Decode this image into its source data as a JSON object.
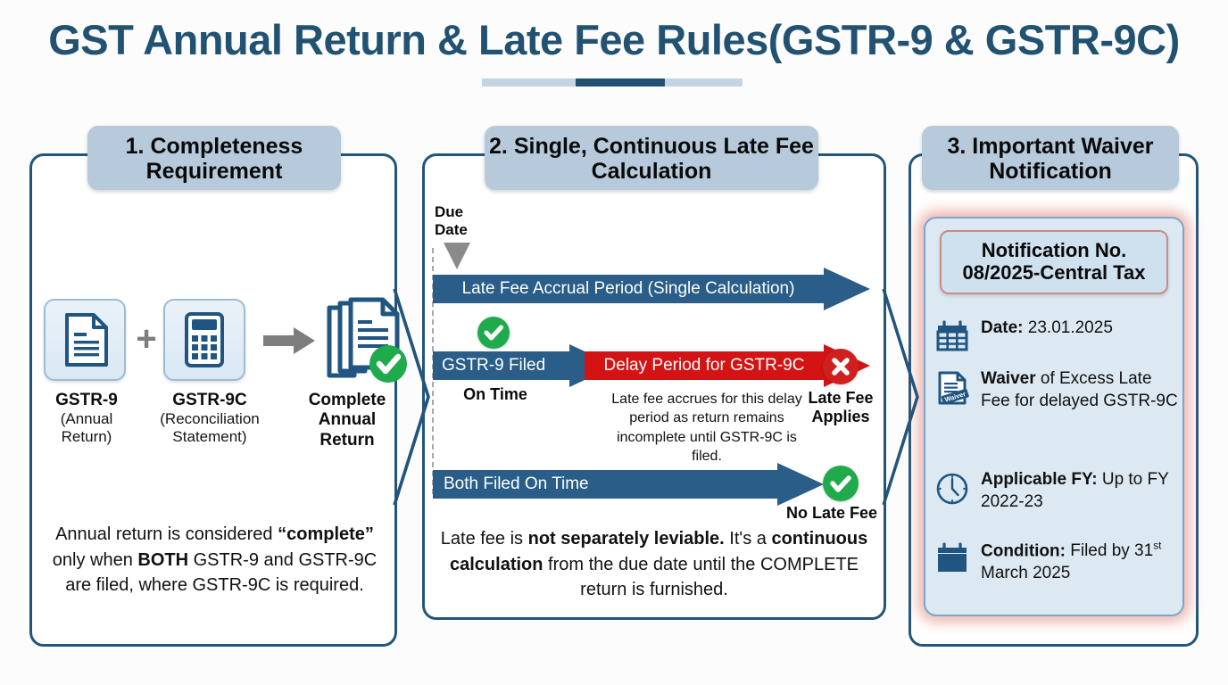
{
  "title": "GST Annual Return & Late Fee Rules(GSTR-9 & GSTR-9C)",
  "colors": {
    "navy": "#2a5d87",
    "title_navy": "#225272",
    "red": "#d41414",
    "green": "#1faa4b",
    "header_badge": "#b6cadb",
    "panel_border": "#23557a",
    "glow": "#e48c84"
  },
  "panel1": {
    "header": "1. Completeness Requirement",
    "icons": [
      {
        "name": "document-icon",
        "label_bold": "GSTR-9",
        "label_sub1": "(Annual",
        "label_sub2": "Return)"
      },
      {
        "name": "calculator-icon",
        "label_bold": "GSTR-9C",
        "label_sub1": "(Reconciliation",
        "label_sub2": "Statement)"
      }
    ],
    "plus": "+",
    "result": {
      "name": "stacked-documents-check-icon",
      "line1": "Complete",
      "line2": "Annual",
      "line3": "Return"
    },
    "caption": {
      "part1": "Annual return is considered ",
      "bold1": "“complete”",
      "part2": " only when ",
      "bold2": "BOTH",
      "part3": " GSTR-9 and GSTR-9C are filed, where GSTR-9C is required."
    }
  },
  "panel2": {
    "header": "2. Single, Continuous Late Fee Calculation",
    "due_date_line1": "Due",
    "due_date_line2": "Date",
    "accrual_bar": "Late Fee Accrual Period (Single Calculation)",
    "gstr9_bar": "GSTR-9 Filed",
    "delay_bar": "Delay Period for GSTR-9C",
    "both_bar": "Both Filed On Time",
    "on_time": "On Time",
    "late_fee_applies_l1": "Late Fee",
    "late_fee_applies_l2": "Applies",
    "no_late_fee": "No Late Fee",
    "delay_note": "Late fee accrues for this delay period as return remains incomplete until GSTR-9C is filed.",
    "caption": {
      "part1": "Late fee is ",
      "bold1": "not separately leviable.",
      "part2": " It's a ",
      "bold2": "continuous calculation",
      "part3": " from the due date until the COMPLETE return is furnished."
    }
  },
  "panel3": {
    "header": "3. Important Waiver Notification",
    "notification_l1": "Notification No.",
    "notification_l2": "08/2025-Central Tax",
    "items": [
      {
        "icon": "calendar-grid-icon",
        "bold": "Date:",
        "rest": " 23.01.2025"
      },
      {
        "icon": "waiver-document-icon",
        "bold": "Waiver",
        "rest": " of Excess Late Fee for delayed GSTR-9C"
      },
      {
        "icon": "clock-icon",
        "bold": "Applicable FY:",
        "rest": " Up to FY 2022-23"
      },
      {
        "icon": "calendar-solid-icon",
        "bold": "Condition:",
        "rest": " Filed by 31st March 2025"
      }
    ]
  }
}
